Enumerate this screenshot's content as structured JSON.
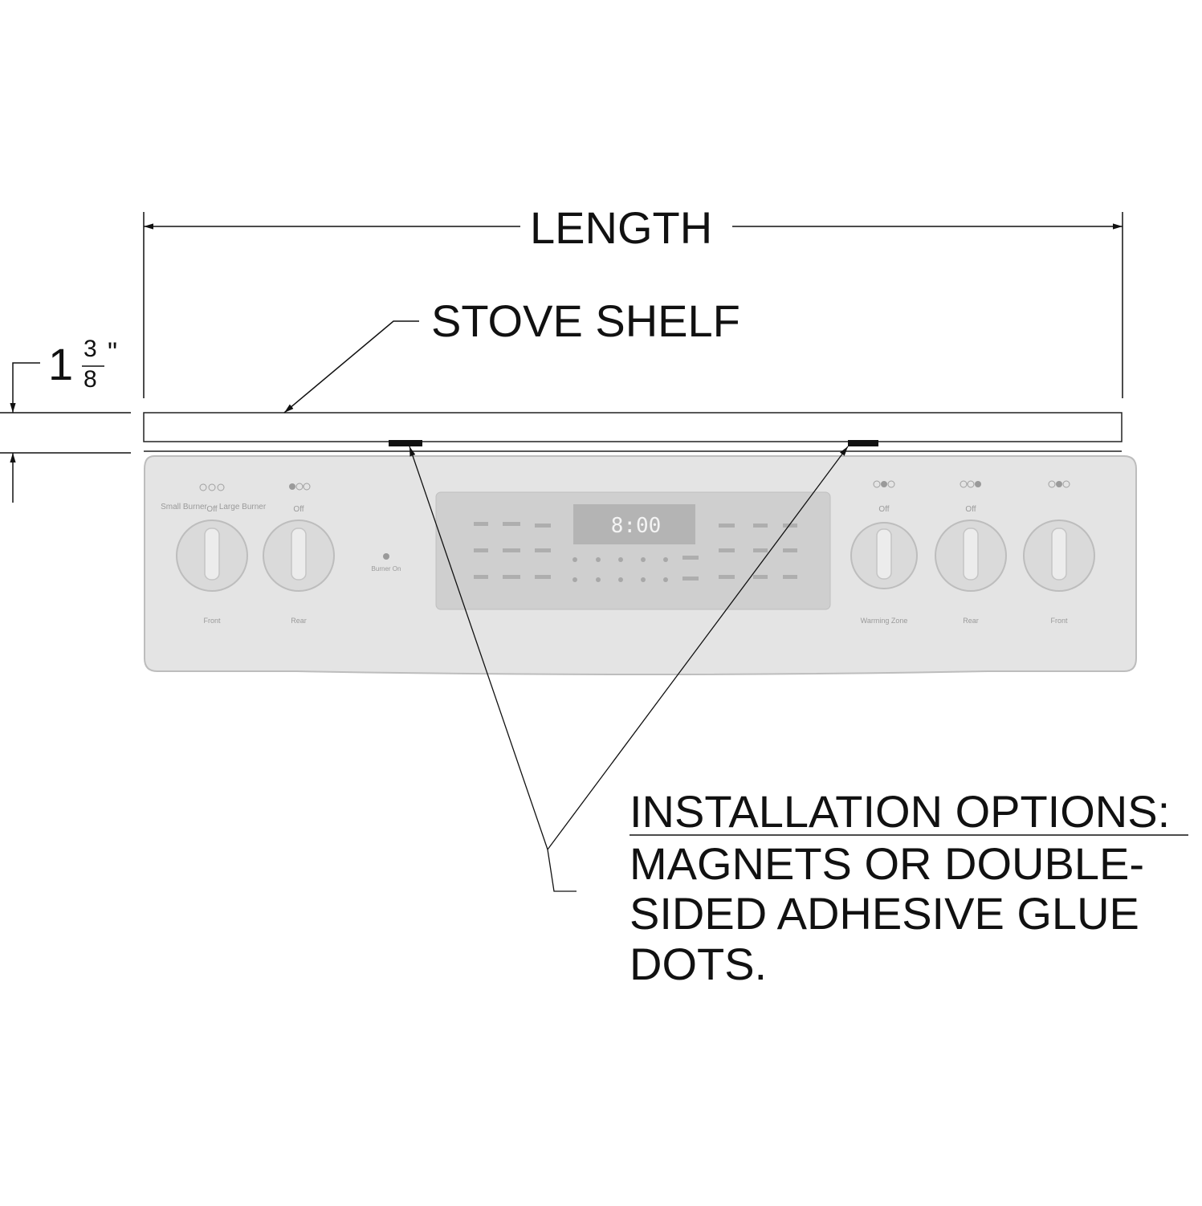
{
  "diagram": {
    "length_label": "LENGTH",
    "shelf_label": "STOVE SHELF",
    "height_dimension": {
      "whole": "1",
      "numerator": "3",
      "denominator": "8",
      "unit": "\""
    },
    "installation": {
      "title": "INSTALLATION OPTIONS:",
      "lines": [
        "MAGNETS OR DOUBLE-",
        "SIDED ADHESIVE GLUE",
        "DOTS."
      ]
    },
    "stove_panel": {
      "clock_display": "8:00",
      "knob_left_labels": [
        "Small Burner",
        "Off",
        "Large Burner"
      ],
      "knob_labels": [
        "Off",
        "Off",
        "Off"
      ],
      "zone_labels": [
        "Front",
        "Rear",
        "Warming Zone",
        "Rear",
        "Front"
      ],
      "indicator_label": "Burner On"
    },
    "colors": {
      "line": "#111111",
      "panel_fill": "#e4e4e4",
      "panel_stroke": "#bdbdbd",
      "display_fill": "#cfcfcf",
      "clock_display_fill": "#b4b4b4",
      "faint_text": "#9a9a9a"
    }
  }
}
